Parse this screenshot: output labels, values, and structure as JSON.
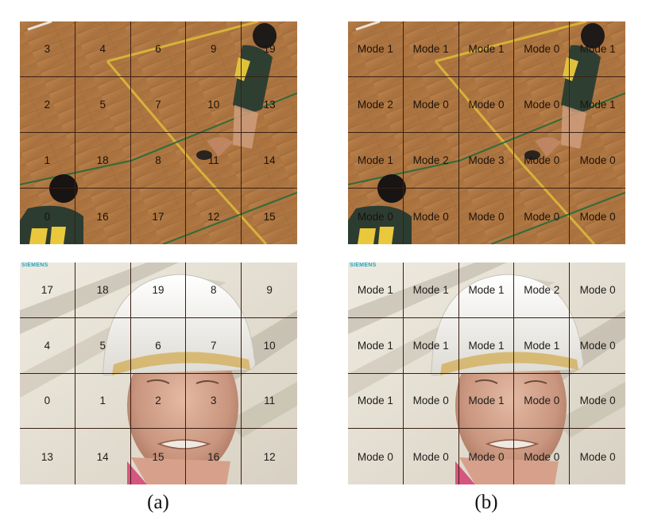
{
  "captions": {
    "a": "(a)",
    "b": "(b)"
  },
  "logo_text": "SIEMENS",
  "panels": {
    "a_top": [
      "3",
      "4",
      "6",
      "9",
      "19",
      "2",
      "5",
      "7",
      "10",
      "13",
      "1",
      "18",
      "8",
      "11",
      "14",
      "0",
      "16",
      "17",
      "12",
      "15"
    ],
    "b_top": [
      "Mode 1",
      "Mode 1",
      "Mode 1",
      "Mode 0",
      "Mode 1",
      "Mode 2",
      "Mode 0",
      "Mode 0",
      "Mode 0",
      "Mode 1",
      "Mode 1",
      "Mode 2",
      "Mode 3",
      "Mode 0",
      "Mode 0",
      "Mode 0",
      "Mode 0",
      "Mode 0",
      "Mode 0",
      "Mode 0"
    ],
    "a_bottom": [
      "17",
      "18",
      "19",
      "8",
      "9",
      "4",
      "5",
      "6",
      "7",
      "10",
      "0",
      "1",
      "2",
      "3",
      "11",
      "13",
      "14",
      "15",
      "16",
      "12"
    ],
    "b_bottom": [
      "Mode 1",
      "Mode 1",
      "Mode 1",
      "Mode 2",
      "Mode 0",
      "Mode 1",
      "Mode 1",
      "Mode 1",
      "Mode 1",
      "Mode 0",
      "Mode 1",
      "Mode 0",
      "Mode 1",
      "Mode 0",
      "Mode 0",
      "Mode 0",
      "Mode 0",
      "Mode 0",
      "Mode 0",
      "Mode 0"
    ]
  }
}
